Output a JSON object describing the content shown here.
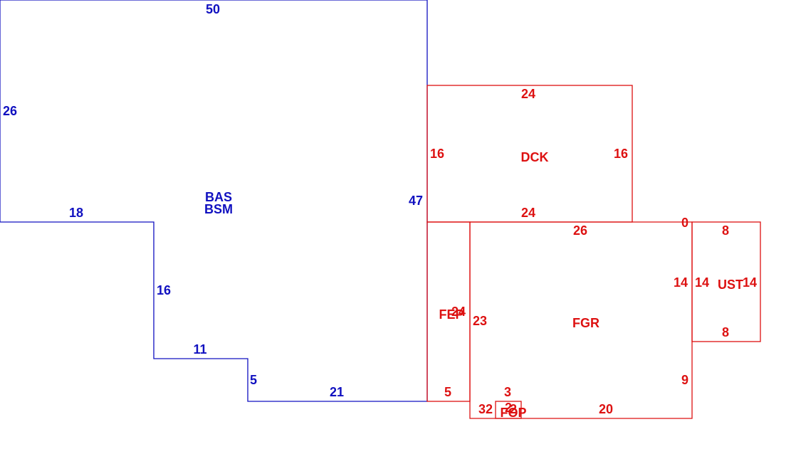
{
  "colors": {
    "main": "#1010c0",
    "addon": "#dd1111"
  },
  "areas": {
    "bas": {
      "labels": [
        "BAS",
        "BSM"
      ],
      "dims": [
        "50",
        "26",
        "18",
        "16",
        "11",
        "5",
        "21",
        "47"
      ]
    },
    "dck": {
      "labels": [
        "DCK"
      ],
      "dims": [
        "24",
        "16",
        "16",
        "24"
      ]
    },
    "fep": {
      "labels": [
        "FEP"
      ],
      "dims": [
        "24",
        "23",
        "5"
      ]
    },
    "fgr": {
      "labels": [
        "FGR"
      ],
      "dims": [
        "26",
        "0",
        "14",
        "9",
        "20",
        "3"
      ]
    },
    "ust": {
      "labels": [
        "UST"
      ],
      "dims": [
        "8",
        "14",
        "14",
        "8"
      ]
    },
    "fop": {
      "labels": [
        "FOP"
      ],
      "dims": [
        "3",
        "2",
        "2",
        "2"
      ]
    }
  }
}
